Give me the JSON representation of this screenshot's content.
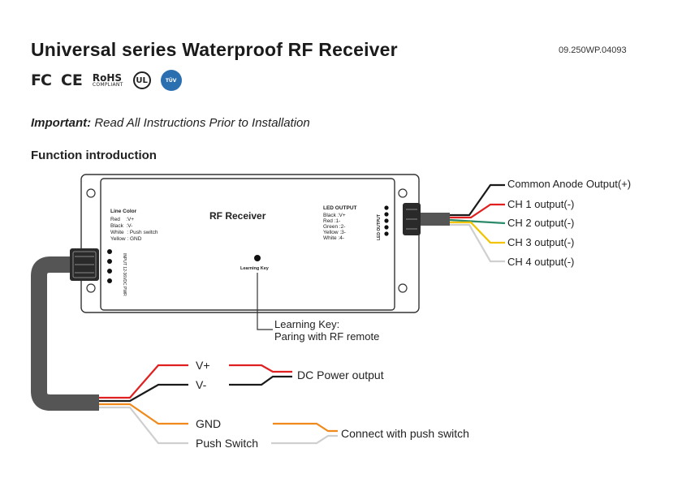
{
  "header": {
    "title": "Universal series Waterproof RF Receiver",
    "model_code": "09.250WP.04093"
  },
  "certifications": [
    {
      "name": "fc-logo",
      "text": "FC"
    },
    {
      "name": "ce-logo",
      "text": "CE"
    },
    {
      "name": "rohs-logo",
      "text": "RoHS",
      "sub": "COMPLIANT"
    },
    {
      "name": "ul-logo",
      "text": "UL"
    },
    {
      "name": "tuv-logo",
      "text": "TÜV"
    }
  ],
  "notice": {
    "label": "Important:",
    "text": " Read All Instructions Prior to Installation"
  },
  "section_title": "Function introduction",
  "device": {
    "name": "RF Receiver",
    "line_color": {
      "heading": "Line  Color",
      "lines": [
        "Red    :V+",
        "Black  :V-",
        "White  : Push switch",
        "Yellow : GND"
      ]
    },
    "input_label": "INPUT 12-36VDC PWR",
    "led_output": {
      "heading": "LED OUTPUT",
      "lines": [
        "Black :V+",
        "Red :1-",
        "Green :2-",
        "Yellow :3-",
        "White :4-"
      ],
      "side_label": "LED OUTPUT"
    },
    "learning_key_label": "Learning Key"
  },
  "outputs": {
    "common_anode": "Common Anode Output(+)",
    "ch1": "CH 1 output(-)",
    "ch2": "CH 2 output(-)",
    "ch3": "CH 3 output(-)",
    "ch4": "CH 4 output(-)"
  },
  "learning_key_callout": {
    "line1": "Learning Key:",
    "line2": "Paring with RF remote"
  },
  "input_wires": {
    "vplus": "V+",
    "vminus": "V-",
    "dc_power": "DC Power output",
    "gnd": "GND",
    "push_switch": "Push Switch",
    "connect_push": "Connect with push switch"
  },
  "colors": {
    "red_wire": "#e02020",
    "black_wire": "#1a1a1a",
    "green_wire": "#2a8a6a",
    "yellow_wire": "#f2c400",
    "white_wire": "#cfcfcf",
    "orange_wire": "#f08a1c",
    "cable": "#555555"
  }
}
